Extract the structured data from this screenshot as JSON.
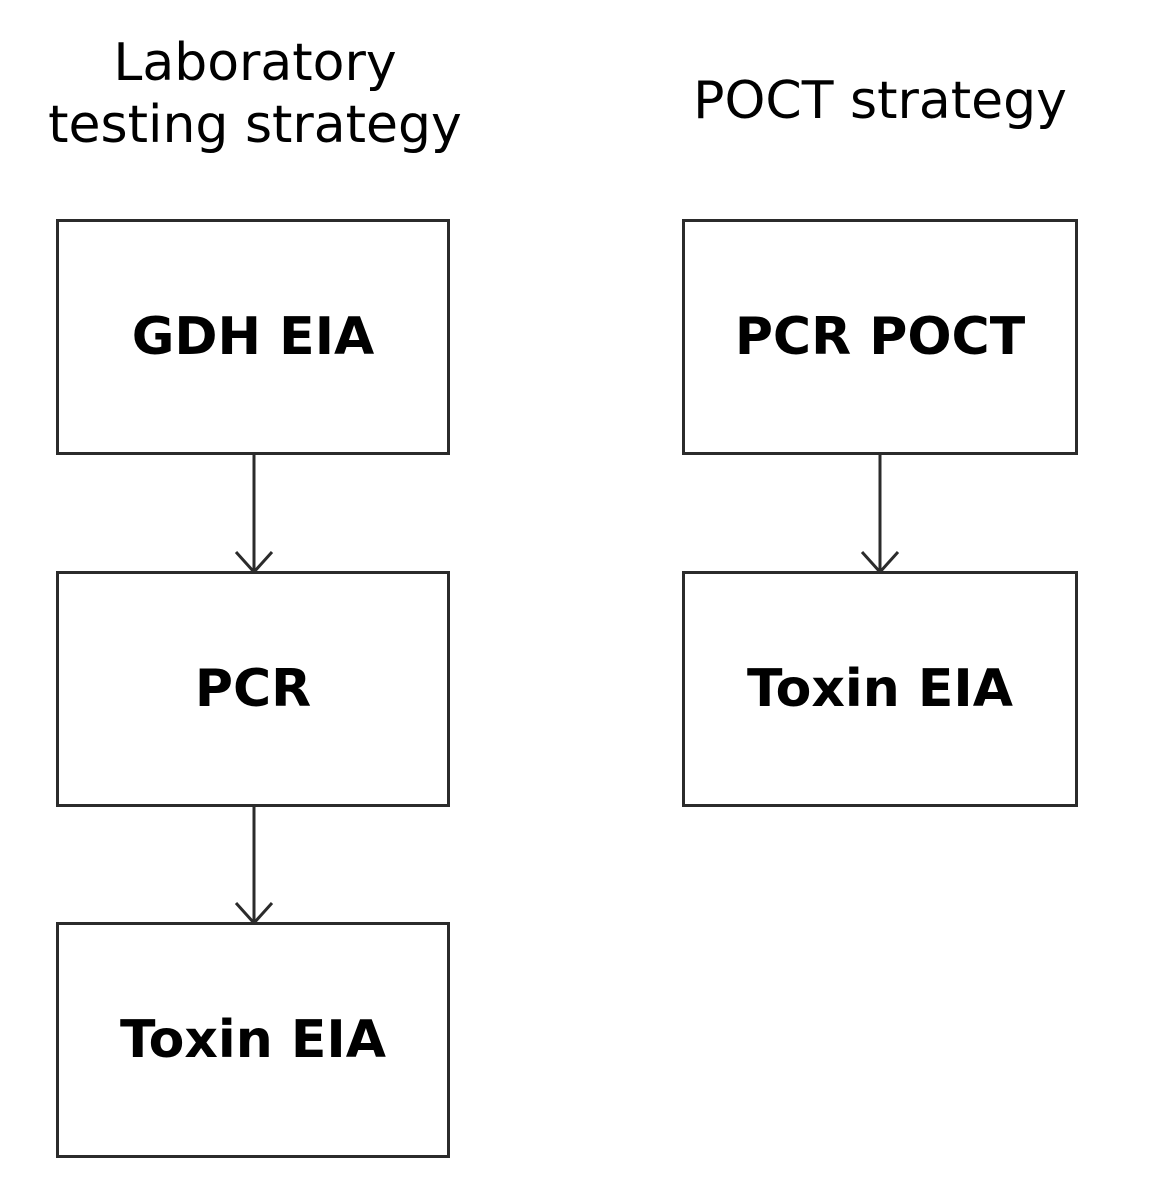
{
  "columns": [
    {
      "title_line1": "Laboratory",
      "title_line2": "testing strategy",
      "steps": [
        "GDH EIA",
        "PCR",
        "Toxin EIA"
      ]
    },
    {
      "title": "POCT strategy",
      "steps": [
        "PCR POCT",
        "Toxin EIA"
      ]
    }
  ],
  "colors": {
    "box_border": "#2b2b2b",
    "arrow": "#2b2b2b",
    "background": "#ffffff",
    "text": "#000000"
  }
}
